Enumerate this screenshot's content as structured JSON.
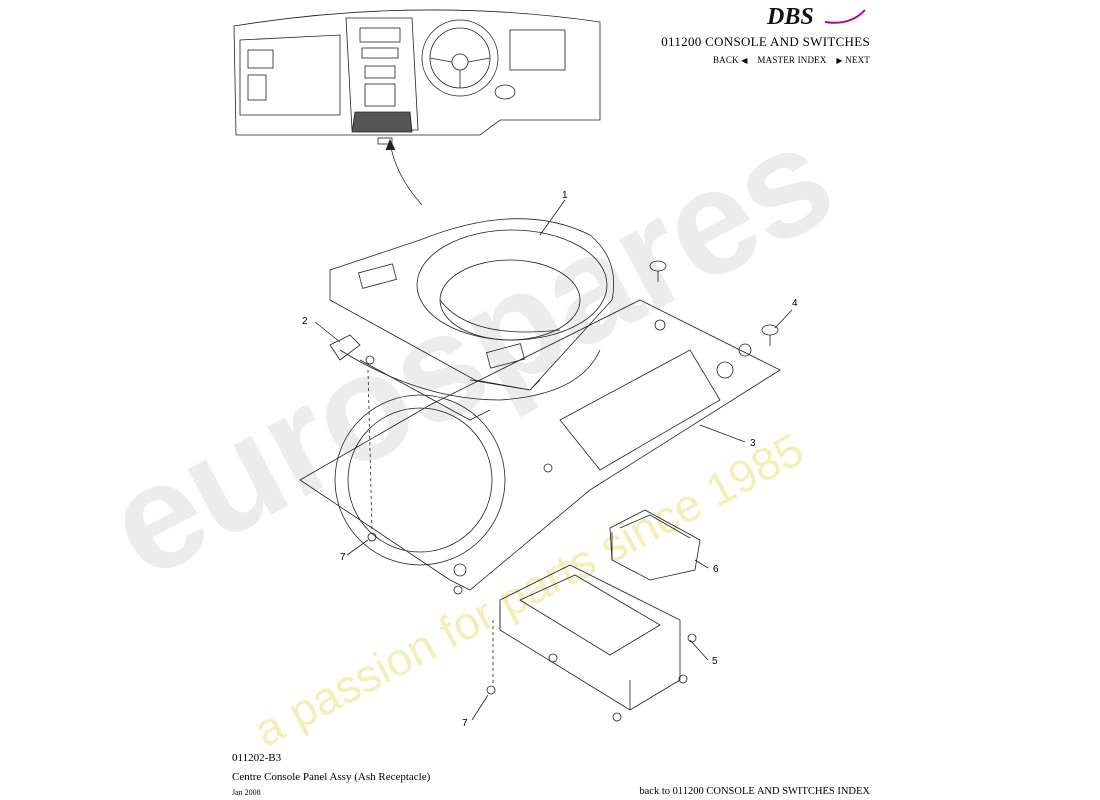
{
  "header": {
    "brand": "DBS",
    "section_title": "011200 CONSOLE AND SWITCHES",
    "nav": {
      "back": "BACK",
      "master_index": "MASTER INDEX",
      "next": "NEXT"
    }
  },
  "watermark": {
    "main": "eurospares",
    "tagline": "a passion for parts since 1985"
  },
  "callouts": [
    "1",
    "2",
    "3",
    "4",
    "5",
    "6",
    "7",
    "7"
  ],
  "footer": {
    "code": "011202-B3",
    "title": "Centre Console Panel Assy (Ash Receptacle)",
    "date": "Jan 2008",
    "back_link": "back to 011200 CONSOLE AND SWITCHES INDEX"
  }
}
